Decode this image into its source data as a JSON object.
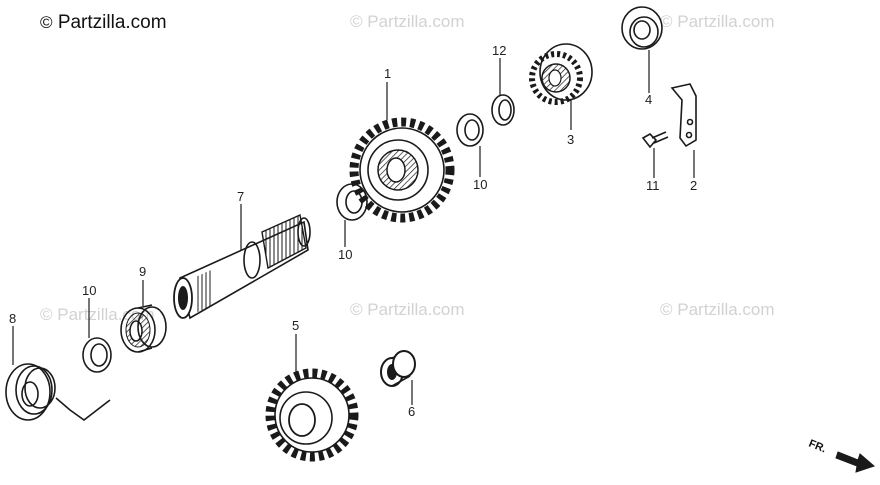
{
  "brand": {
    "symbol": "©",
    "name": "Partzilla.com"
  },
  "watermark": {
    "text": "© Partzilla.com"
  },
  "callouts": {
    "c1": "1",
    "c2": "2",
    "c3": "3",
    "c4": "4",
    "c5": "5",
    "c6": "6",
    "c7": "7",
    "c8": "8",
    "c9": "9",
    "c10a": "10",
    "c10b": "10",
    "c10c": "10",
    "c11": "11",
    "c12": "12"
  },
  "direction_label": "FR."
}
